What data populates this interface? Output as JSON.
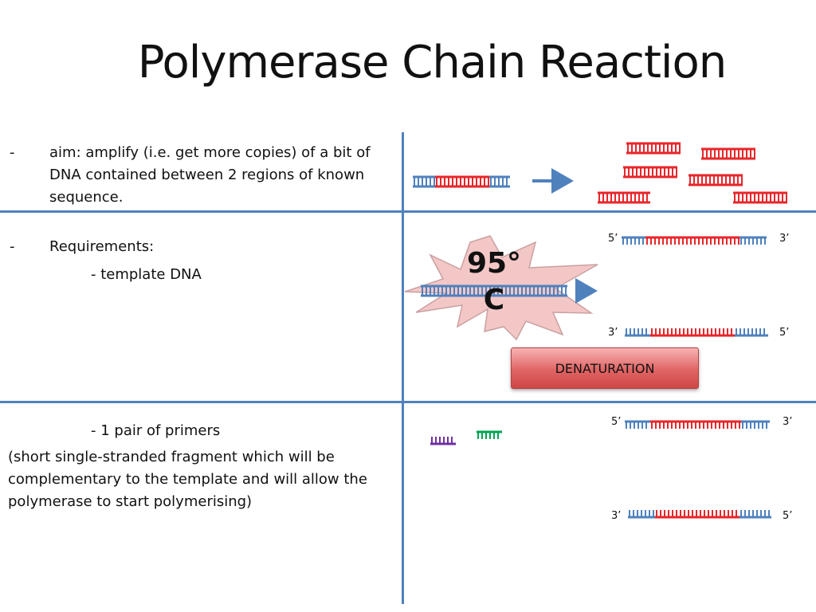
{
  "title": "Polymerase Chain Reaction",
  "left": {
    "aim_dash": "-",
    "aim_text": "aim: amplify (i.e. get more copies) of a bit of DNA contained between 2 regions of known sequence.",
    "req_dash": "-",
    "req_text": "Requirements:",
    "template": "- template DNA",
    "primers": "- 1 pair of primers",
    "primers_note": "(short single-stranded fragment which will be complementary to the template and will allow the polymerase to start polymerising)"
  },
  "labels": {
    "five": "5’",
    "three": "3’"
  },
  "temperature": {
    "line1": "95°",
    "line2": "C"
  },
  "denaturation": "DENATURATION",
  "colors": {
    "blue": "#4f81bd",
    "red": "#e8262a",
    "purple": "#7030a0",
    "green": "#00a651"
  }
}
